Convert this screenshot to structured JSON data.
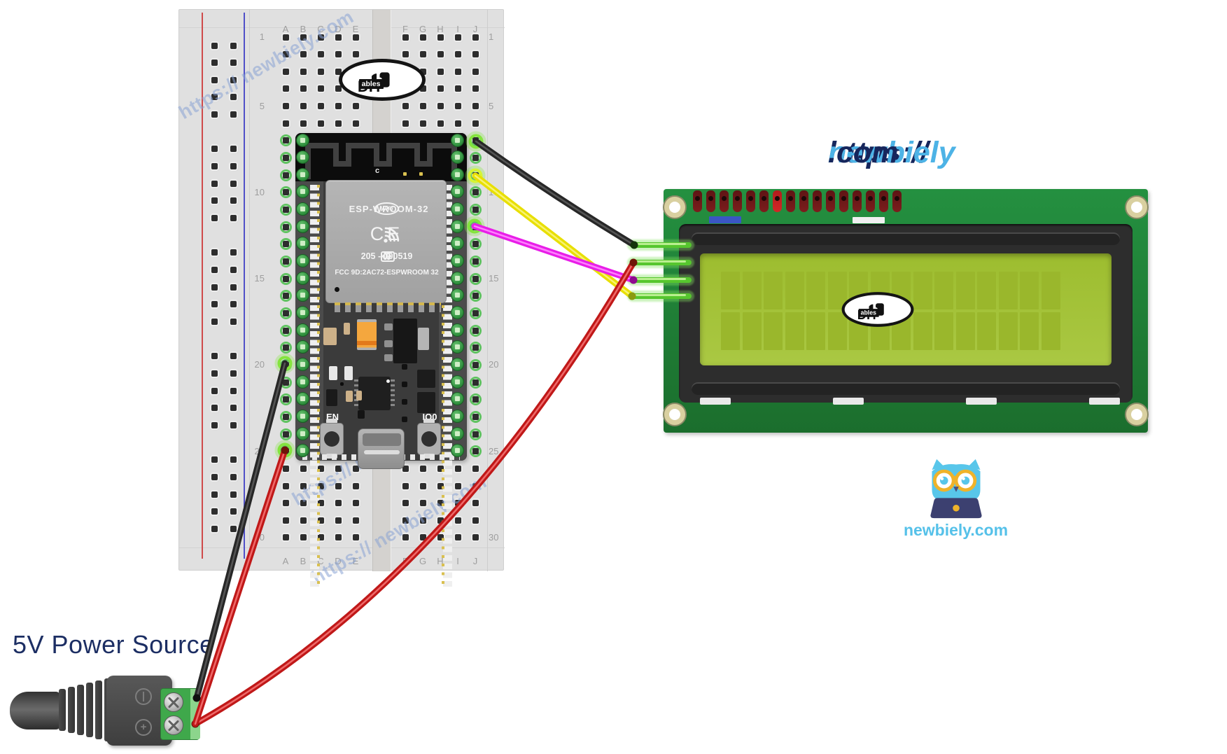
{
  "banner": {
    "https": "https://",
    "brand": "newbiely",
    "tld": ".com"
  },
  "watermark_text": "https:// newbiely.com",
  "power_source": {
    "label": "5V Power Source"
  },
  "owl": {
    "caption": "newbiely.com"
  },
  "diyables_logo": {
    "main": "DIY",
    "sub": "ables"
  },
  "breadboard": {
    "columns_left": [
      "A",
      "B",
      "C",
      "D",
      "E"
    ],
    "columns_right": [
      "F",
      "G",
      "H",
      "I",
      "J"
    ],
    "row_labels": [
      "1",
      "5",
      "10",
      "15",
      "20",
      "25",
      "30"
    ],
    "row_count": 30
  },
  "esp32": {
    "antenna_label": "c",
    "wifi_badge": "WiFi",
    "model": "ESP-WROOM-32",
    "ce_mark": "CE",
    "recycle_icon": "♻",
    "r_badge": "R",
    "serial": "205 - 000519",
    "fcc_line": "FCC 9D:2AC72-ESPWROOM 32",
    "button_en": "EN",
    "button_boot": "IO0"
  },
  "lcd": {
    "pin_count": 16,
    "char_columns": 16,
    "char_rows": 2
  },
  "wires": [
    {
      "color": "black",
      "from": "ESP32 pin J7",
      "to": "LCD leg 1"
    },
    {
      "color": "yellow",
      "from": "ESP32 pin J9",
      "to": "LCD leg 4"
    },
    {
      "color": "magenta",
      "from": "ESP32 pin J12",
      "to": "LCD leg 3"
    },
    {
      "color": "red",
      "from": "5V terminal +",
      "to": "LCD leg 2"
    },
    {
      "color": "black",
      "from": "5V terminal -",
      "to": "breadboard A20"
    },
    {
      "color": "red",
      "from": "5V terminal +",
      "to": "breadboard A25"
    }
  ],
  "colors": {
    "wire_black": "#272727",
    "wire_red": "#c01818",
    "wire_yellow": "#e8df00",
    "wire_magenta": "#e81ee8",
    "stub_green": "#56c62e",
    "pcb_green": "#1f7d33",
    "screen_green": "#a3c336",
    "navy": "#16265c",
    "brand_blue": "#4db3e6"
  }
}
